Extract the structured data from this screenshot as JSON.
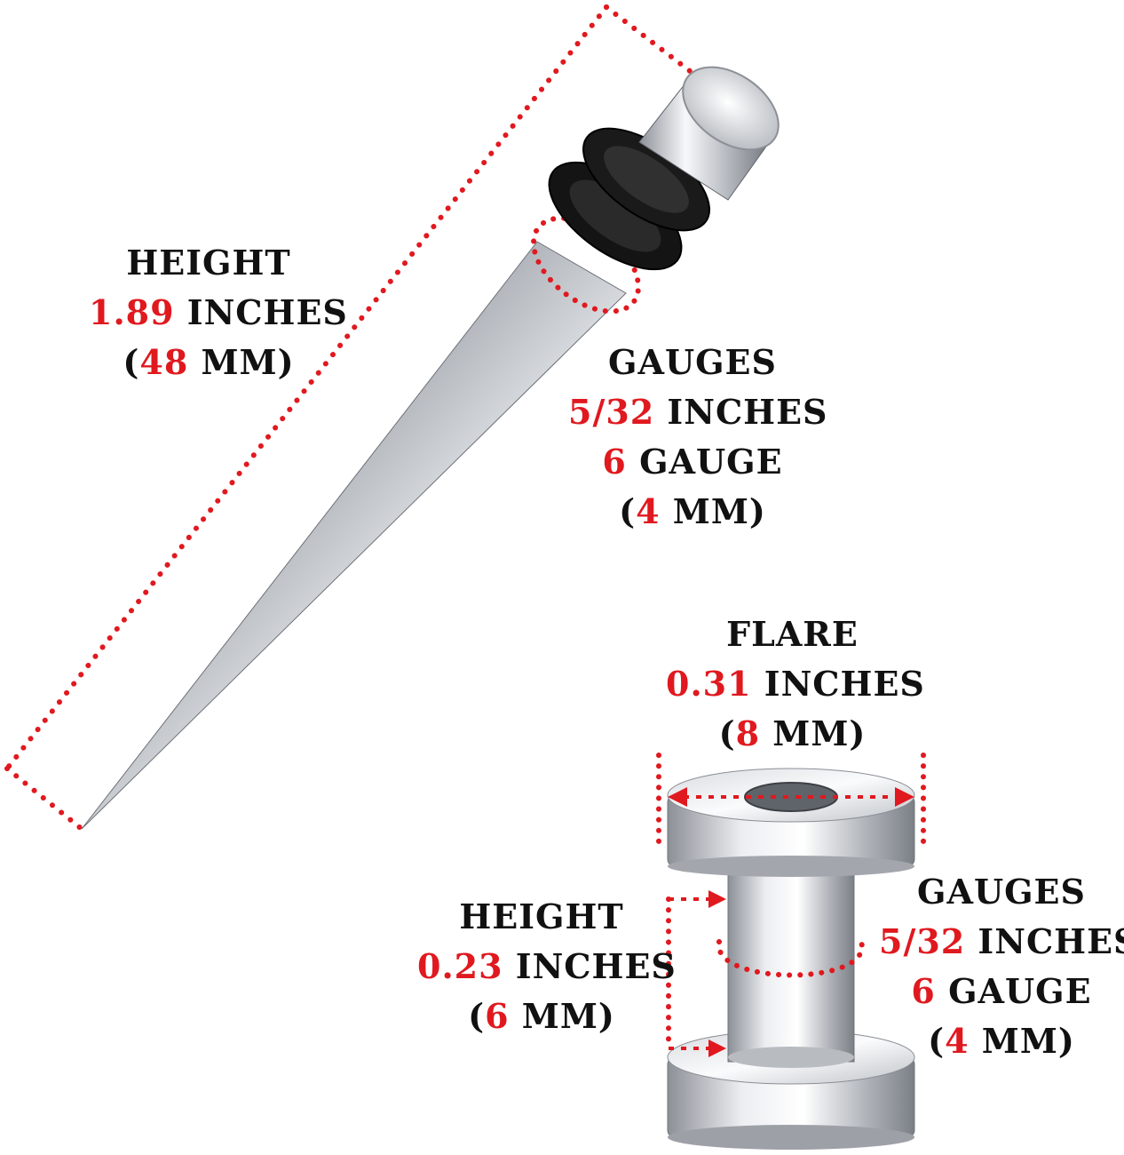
{
  "colors": {
    "accent": "#e0191f",
    "text": "#111111",
    "metal": "#c9ccd1",
    "rubber": "#111111"
  },
  "taper": {
    "height": {
      "title": "HEIGHT",
      "inch_value": "1.89",
      "inch_unit": " INCHES",
      "mm_open": "(",
      "mm_value": "48",
      "mm_unit": " MM)"
    },
    "gauges": {
      "title": "GAUGES",
      "inch_value": "5/32",
      "inch_unit": " INCHES",
      "gauge_value": "6",
      "gauge_unit": " GAUGE",
      "mm_open": "(",
      "mm_value": "4",
      "mm_unit": " MM)"
    }
  },
  "tunnel": {
    "flare": {
      "title": "FLARE",
      "inch_value": "0.31",
      "inch_unit": " INCHES",
      "mm_open": "(",
      "mm_value": "8",
      "mm_unit": " MM)"
    },
    "height": {
      "title": "HEIGHT",
      "inch_value": "0.23",
      "inch_unit": " INCHES",
      "mm_open": "(",
      "mm_value": "6",
      "mm_unit": " MM)"
    },
    "gauges": {
      "title": "GAUGES",
      "inch_value": "5/32",
      "inch_unit": " INCHES",
      "gauge_value": "6",
      "gauge_unit": " GAUGE",
      "mm_open": "(",
      "mm_value": "4",
      "mm_unit": " MM)"
    }
  }
}
